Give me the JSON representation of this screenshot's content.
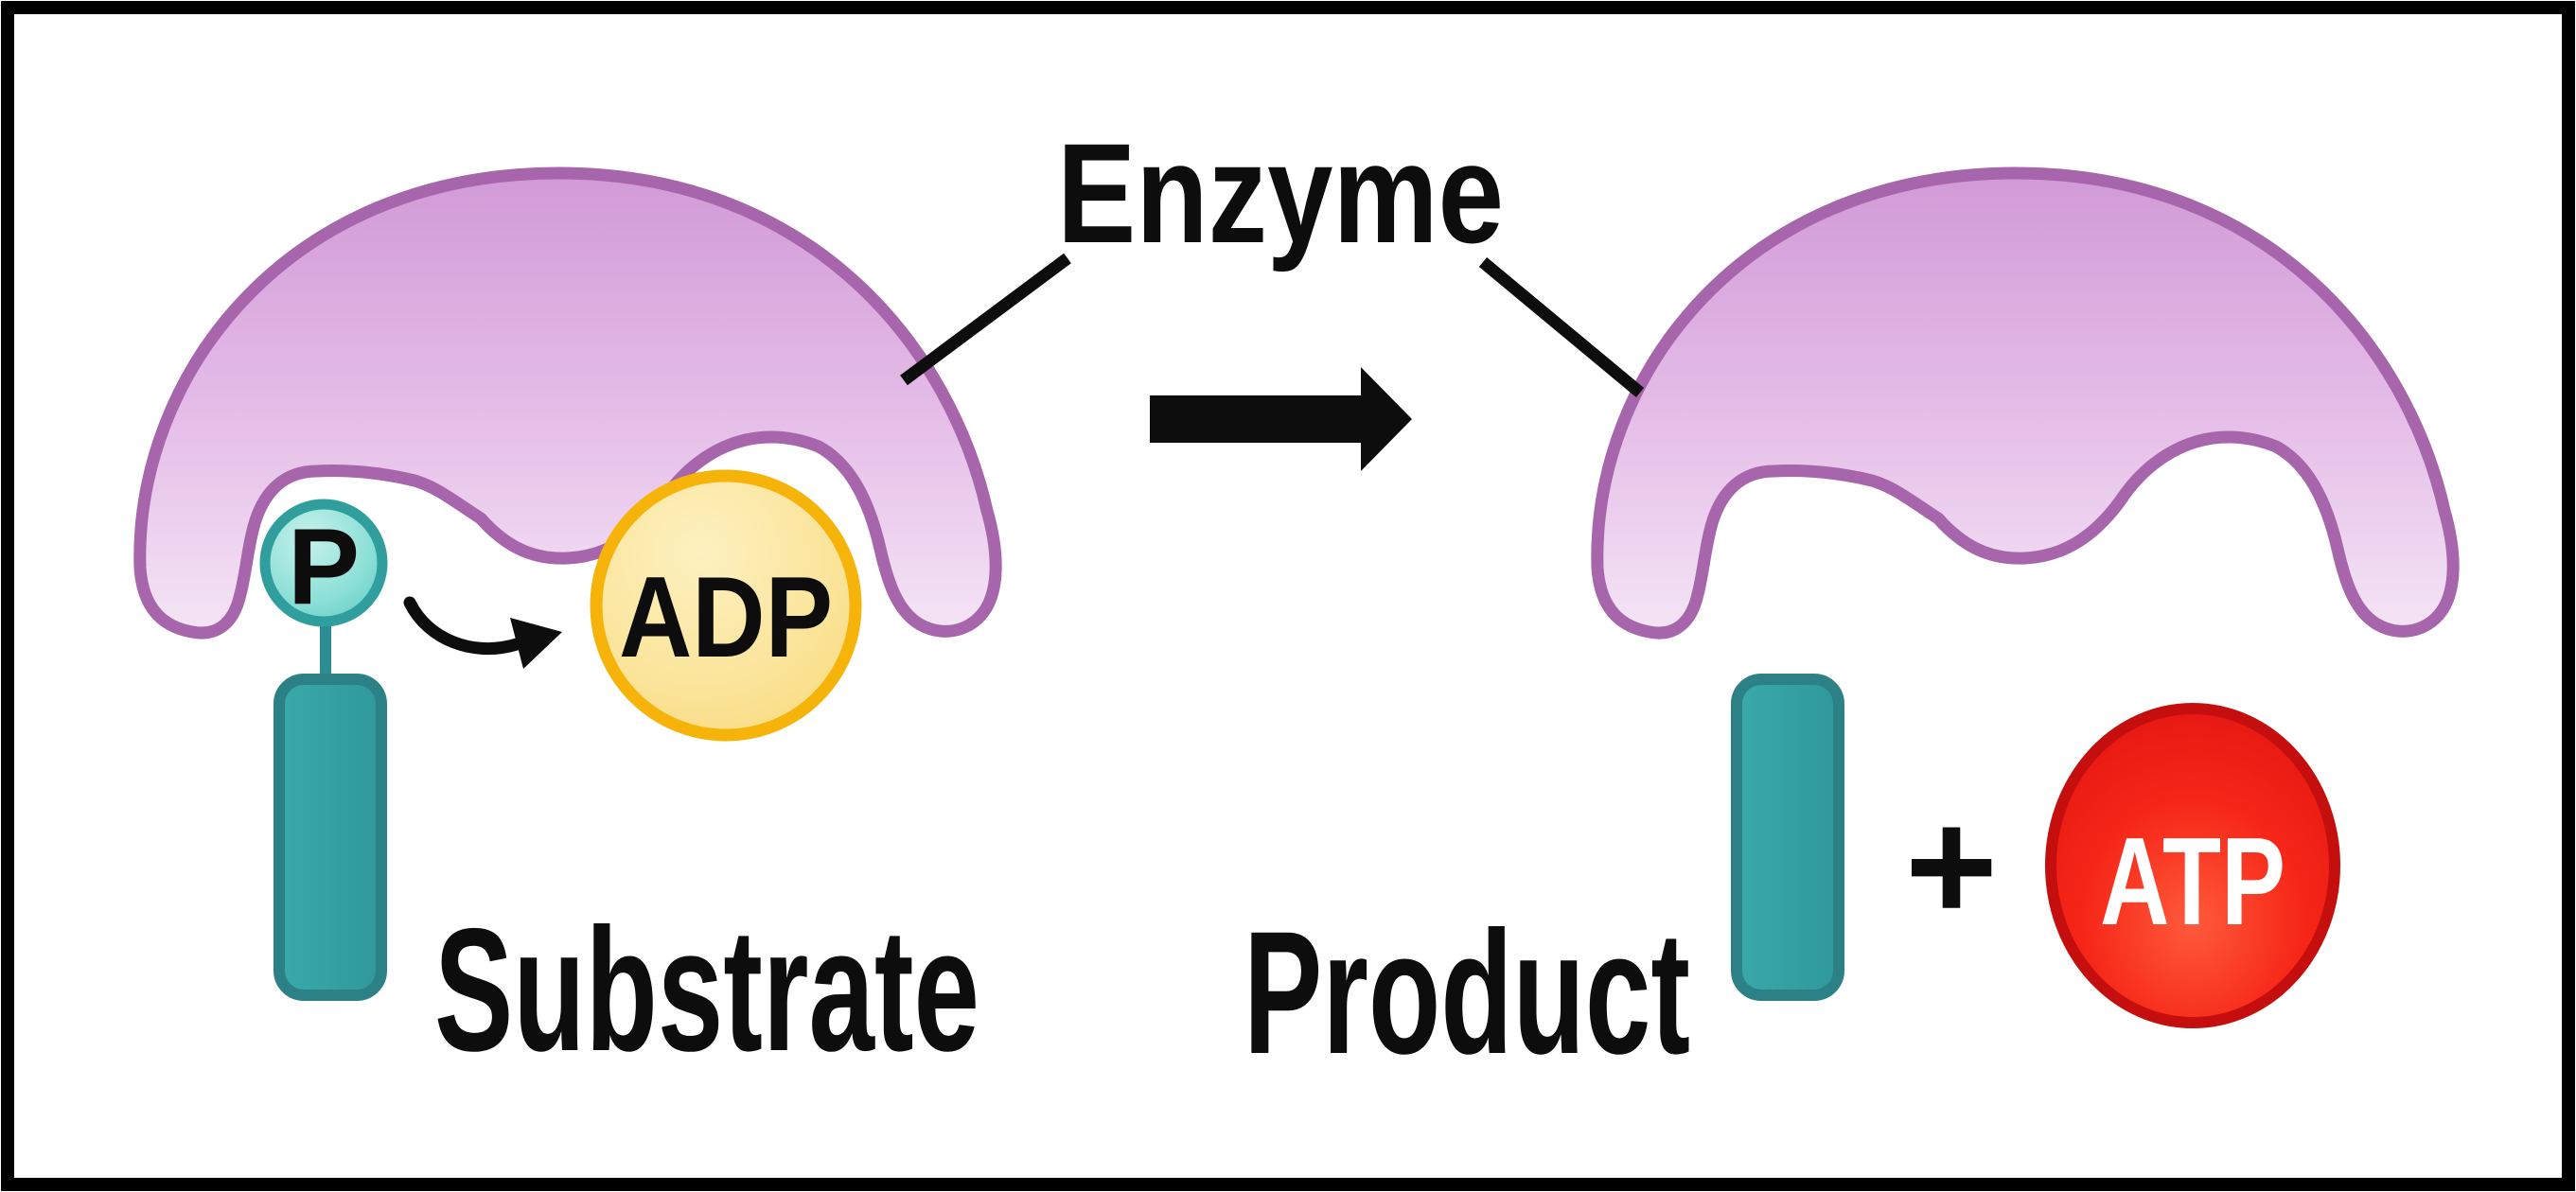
{
  "diagram": {
    "enzyme_label": "Enzyme",
    "substrate_label": "Substrate",
    "product_label": "Product",
    "phosphate_badge": "P",
    "adp_badge": "ADP",
    "atp_badge": "ATP",
    "plus_sign": "+"
  },
  "colors": {
    "background": "#ffffff",
    "frame_border": "#000000",
    "enzyme_fill": "#e4bce7",
    "enzyme_outline": "#a765ab",
    "phosphate_fill": "#84dcd4",
    "phosphate_outline": "#2f9e9c",
    "substrate_bar_fill": "#35a0a3",
    "substrate_bar_outline": "#2c8187",
    "adp_fill": "#fbe49a",
    "adp_outline": "#f6b40a",
    "atp_fill": "#f62718",
    "atp_outline": "#c50e0e",
    "atp_text": "#ffffff",
    "arrows_and_text": "#0d0d0d"
  }
}
